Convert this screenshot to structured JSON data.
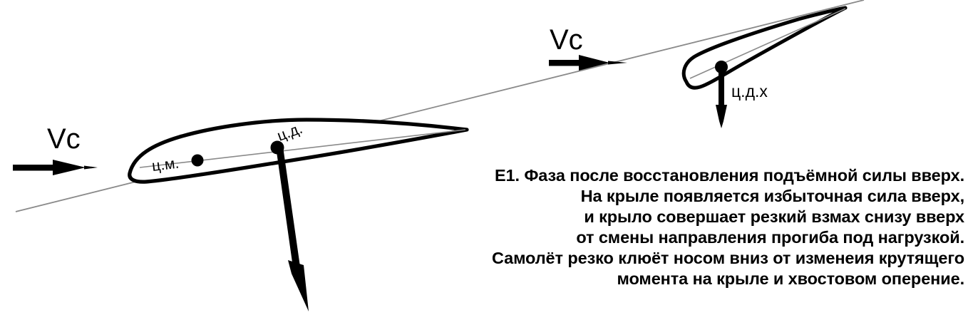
{
  "diagram": {
    "title": "E1. Фаза после восстановления подъёмной силы вверх",
    "background_color": "#ffffff",
    "stroke_color": "#000000",
    "reference_line_color": "#808080",
    "flow_labels": [
      {
        "id": "vc-wing",
        "text": "Vc"
      },
      {
        "id": "vc-tail",
        "text": "Vc"
      }
    ],
    "wing": {
      "name": "main-wing-airfoil",
      "center_of_mass_label": "ц.м.",
      "center_of_pressure_label": "ц.д.",
      "force_arrow_direction": "down"
    },
    "tail": {
      "name": "horizontal-tail-airfoil",
      "center_of_pressure_label": "ц.д.х",
      "force_arrow_direction": "down"
    }
  },
  "caption": {
    "lines": [
      "E1. Фаза после восстановления подъёмной силы вверх.",
      "На крыле  появляется избыточная  сила вверх,",
      "и крыло совершает резкий взмах снизу  вверх",
      "от смены направления прогиба под нагрузкой.",
      "Самолёт резко клюёт носом вниз от изменеия крутящего",
      "момента на крыле и хвостовом оперение."
    ]
  }
}
